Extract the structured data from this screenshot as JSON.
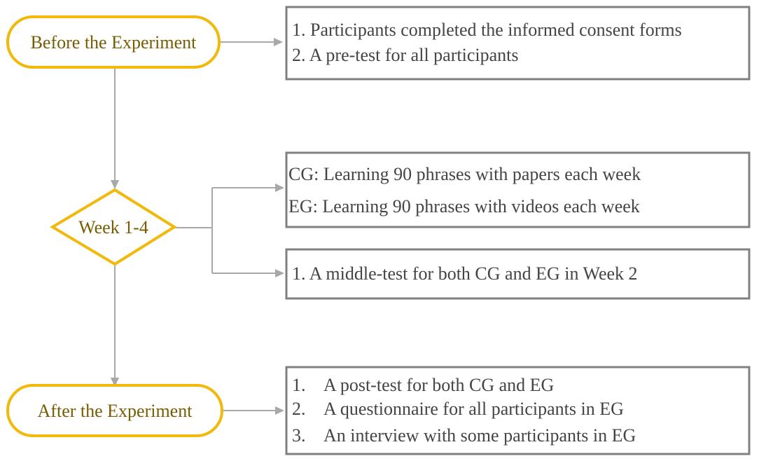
{
  "stages": {
    "before": "Before the Experiment",
    "weeks": "Week 1-4",
    "after": "After the Experiment"
  },
  "before_box": {
    "line1": "1. Participants completed the informed consent forms",
    "line2": "2. A pre-test for all participants"
  },
  "learning_box": {
    "cg": "CG: Learning 90 phrases with papers each week",
    "eg": "EG: Learning 90 phrases with videos each week"
  },
  "middle_box": {
    "line1": "1. A middle-test for both CG and EG in Week 2"
  },
  "after_box": {
    "items": [
      {
        "num": "1.",
        "text": "A post-test for both CG and EG"
      },
      {
        "num": "2.",
        "text": "A questionnaire for all participants in EG"
      },
      {
        "num": "3.",
        "text": "An interview with some participants in EG"
      }
    ]
  },
  "colors": {
    "stage_border": "#f0b90b",
    "stage_text": "#7a5c00",
    "box_border": "#808080",
    "connector": "#a8a8a8"
  }
}
